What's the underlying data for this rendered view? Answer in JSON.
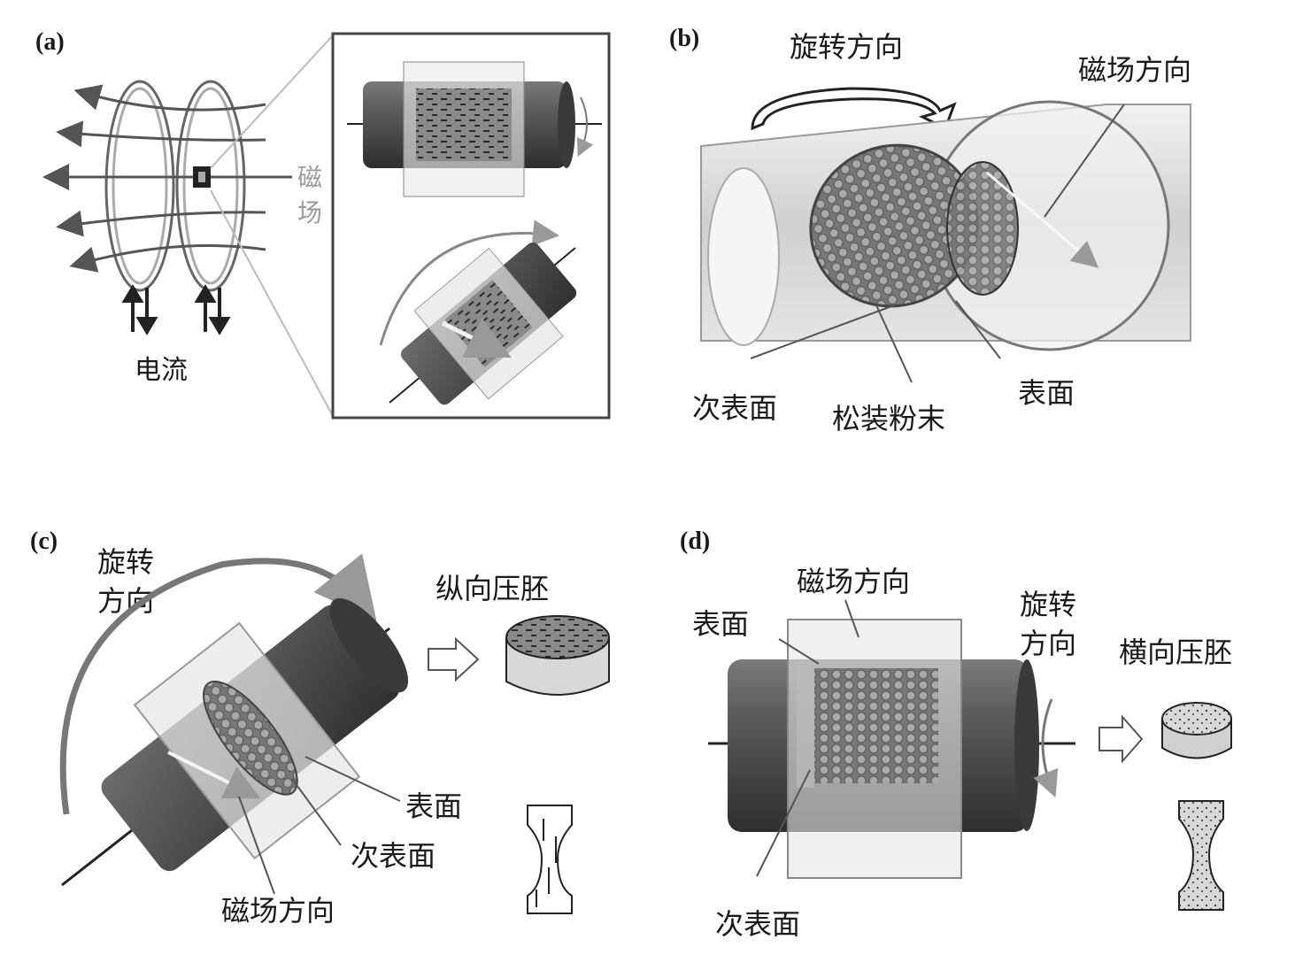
{
  "panels": {
    "a": {
      "tag": "(a)",
      "current_label": "电流",
      "field_label_line1": "磁",
      "field_label_line2": "场"
    },
    "b": {
      "tag": "(b)",
      "rotation_label": "旋转方向",
      "field_label": "磁场方向",
      "subsurface_label": "次表面",
      "loose_powder_label": "松装粉末",
      "surface_label": "表面"
    },
    "c": {
      "tag": "(c)",
      "rotation_line1": "旋转",
      "rotation_line2": "方向",
      "compact_label": "纵向压胚",
      "surface_label": "表面",
      "subsurface_label": "次表面",
      "field_label": "磁场方向"
    },
    "d": {
      "tag": "(d)",
      "field_label": "磁场方向",
      "surface_label": "表面",
      "rotation_line1": "旋转",
      "rotation_line2": "方向",
      "compact_label": "横向压胚",
      "subsurface_label": "次表面"
    }
  },
  "colors": {
    "ink": "#1a1a1a",
    "dark_steel": "#4a4a4a",
    "mid_grey": "#8c8c8c",
    "light_grey": "#d6d6d6",
    "translucent": "#e9e9e9",
    "powder": "#6e6e6e"
  }
}
